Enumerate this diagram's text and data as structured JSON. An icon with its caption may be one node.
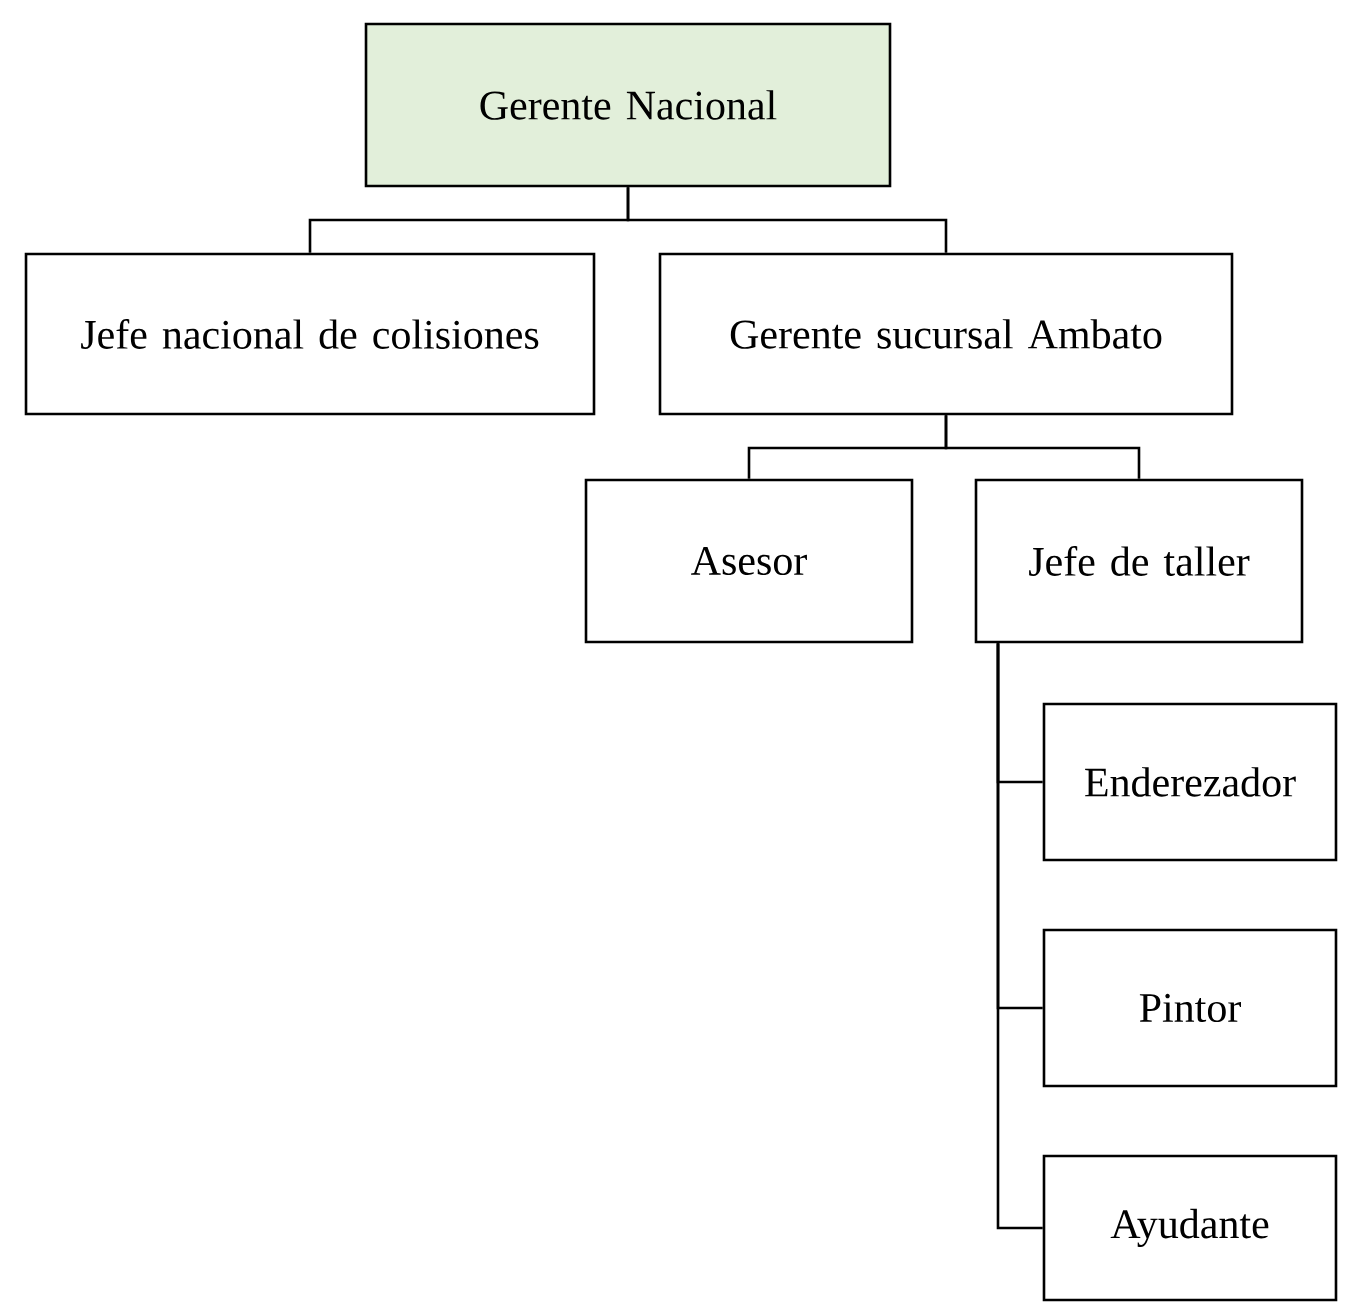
{
  "diagram": {
    "nodes": [
      {
        "text": [
          "Gerente Nacional"
        ]
      },
      {
        "text": [
          "Jefe nacional de colisiones"
        ]
      },
      {
        "text": [
          "Gerente sucursal Ambato"
        ]
      },
      {
        "text": [
          "Asesor"
        ]
      },
      {
        "text": [
          "Jefe de taller"
        ]
      },
      {
        "text": [
          "Enderezador"
        ]
      },
      {
        "text": [
          "Pintor"
        ]
      },
      {
        "text": [
          "Ayudante"
        ]
      }
    ],
    "edges": [
      {
        "from": 0,
        "to": 1,
        "arrow": "none"
      },
      {
        "from": 0,
        "to": 2,
        "arrow": "none"
      },
      {
        "from": 2,
        "to": 3,
        "arrow": "none"
      },
      {
        "from": 2,
        "to": 4,
        "arrow": "none"
      },
      {
        "from": 4,
        "to": 5,
        "arrow": "none"
      },
      {
        "from": 4,
        "to": 6,
        "arrow": "none"
      },
      {
        "from": 4,
        "to": 7,
        "arrow": "none"
      }
    ]
  }
}
